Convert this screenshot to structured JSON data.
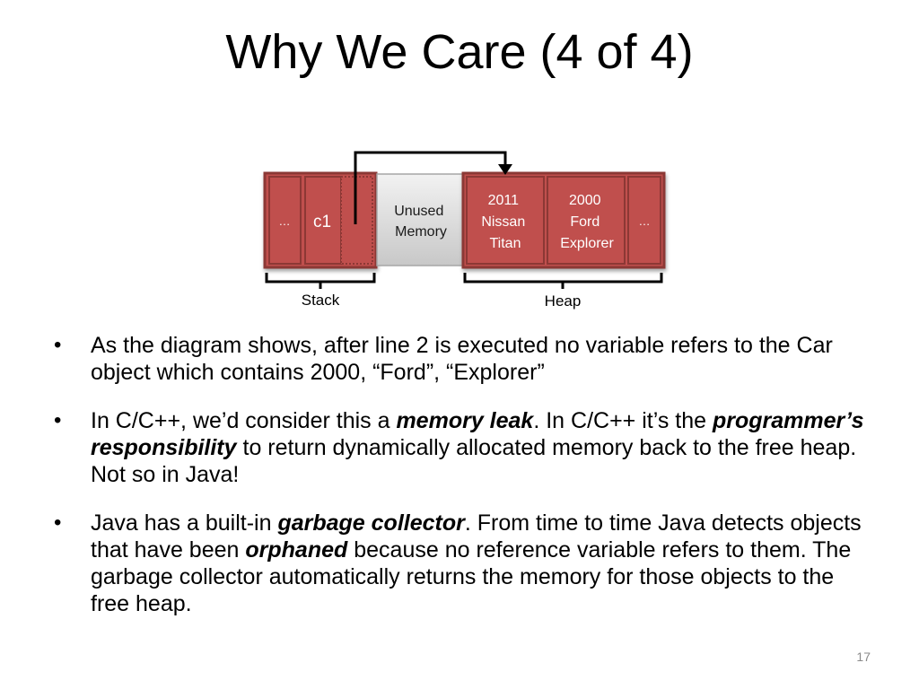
{
  "slide": {
    "title": "Why We Care (4 of 4)",
    "page_number": "17"
  },
  "diagram": {
    "cells": [
      {
        "label": "…"
      },
      {
        "label": "c1"
      },
      {
        "label": ""
      },
      {
        "lines": [
          "Unused",
          "Memory"
        ]
      },
      {
        "lines": [
          "2011",
          "Nissan",
          "Titan"
        ]
      },
      {
        "lines": [
          "2000",
          "Ford",
          "Explorer"
        ]
      },
      {
        "label": "…"
      }
    ],
    "stack_label": "Stack",
    "heap_label": "Heap",
    "colors": {
      "cell_fill": "#c0504d",
      "cell_border": "#8c3836",
      "unused_fill": "#d9d9d9",
      "text_on_red": "#ffffff"
    }
  },
  "bullets": [
    {
      "text_1": "As the diagram shows, after line 2 is executed no variable refers to the Car object which contains 2000, “Ford”, “Explorer”"
    },
    {
      "text_1": "In C/C++, we’d consider this a ",
      "em_1": "memory leak",
      "text_2": ".  In C/C++ it’s the ",
      "em_2": "programmer’s responsibility",
      "text_3": " to return dynamically allocated memory back to the free heap. Not so in Java!"
    },
    {
      "text_1": "Java has a built-in ",
      "em_1": "garbage collector",
      "text_2": ".  From time to time Java detects objects that have been ",
      "em_2": "orphaned",
      "text_3": " because no reference variable refers to them. The garbage collector automatically returns the memory for those objects to the free heap."
    }
  ],
  "bullet_glyph": "•"
}
